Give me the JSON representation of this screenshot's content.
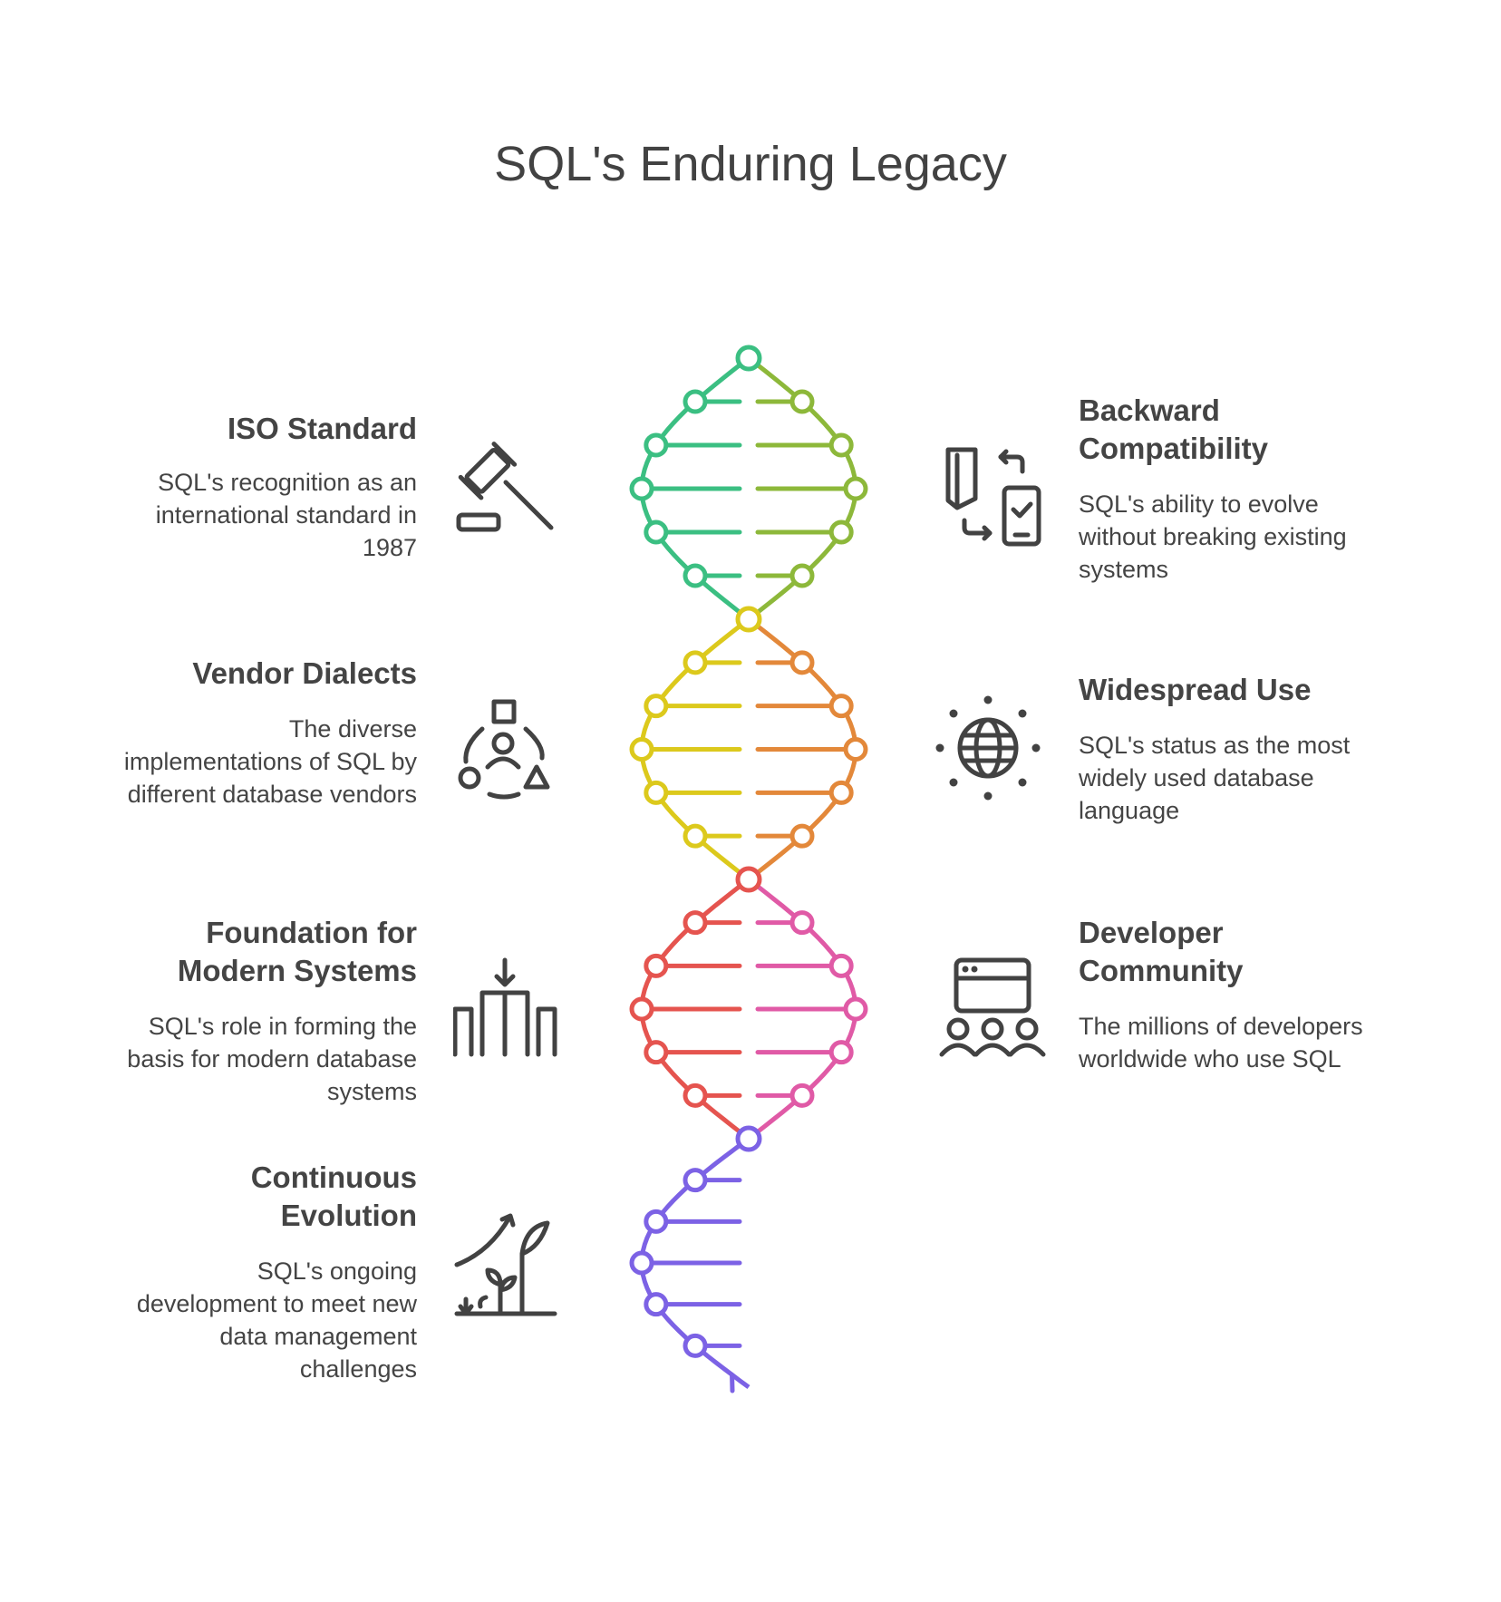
{
  "title": "SQL's Enduring Legacy",
  "items": [
    {
      "heading": "ISO Standard",
      "description": "SQL's recognition as an international standard in 1987",
      "color": "#3bbf82",
      "side": "left",
      "icon": "gavel-icon"
    },
    {
      "heading": "Backward Compatibility",
      "description": "SQL's ability to evolve without breaking existing systems",
      "color": "#8db83a",
      "side": "right",
      "icon": "migration-devices-icon"
    },
    {
      "heading": "Vendor Dialects",
      "description": "The diverse implementations of SQL by different database vendors",
      "color": "#dcc91c",
      "side": "left",
      "icon": "diverse-shapes-person-icon"
    },
    {
      "heading": "Widespread Use",
      "description": "SQL's status as the most widely used database language",
      "color": "#e3883a",
      "side": "right",
      "icon": "globe-icon"
    },
    {
      "heading": "Foundation for Modern Systems",
      "description": "SQL's role in forming the basis for modern database systems",
      "color": "#e5544f",
      "side": "left",
      "icon": "foundation-pillars-icon"
    },
    {
      "heading": "Developer Community",
      "description": "The millions of developers worldwide who use SQL",
      "color": "#e05aa6",
      "side": "right",
      "icon": "community-browser-icon"
    },
    {
      "heading": "Continuous Evolution",
      "description": "SQL's ongoing development to meet new data management challenges",
      "color": "#7c62e5",
      "side": "left",
      "icon": "growth-plant-icon"
    }
  ],
  "icon_stroke_color": "#424242"
}
